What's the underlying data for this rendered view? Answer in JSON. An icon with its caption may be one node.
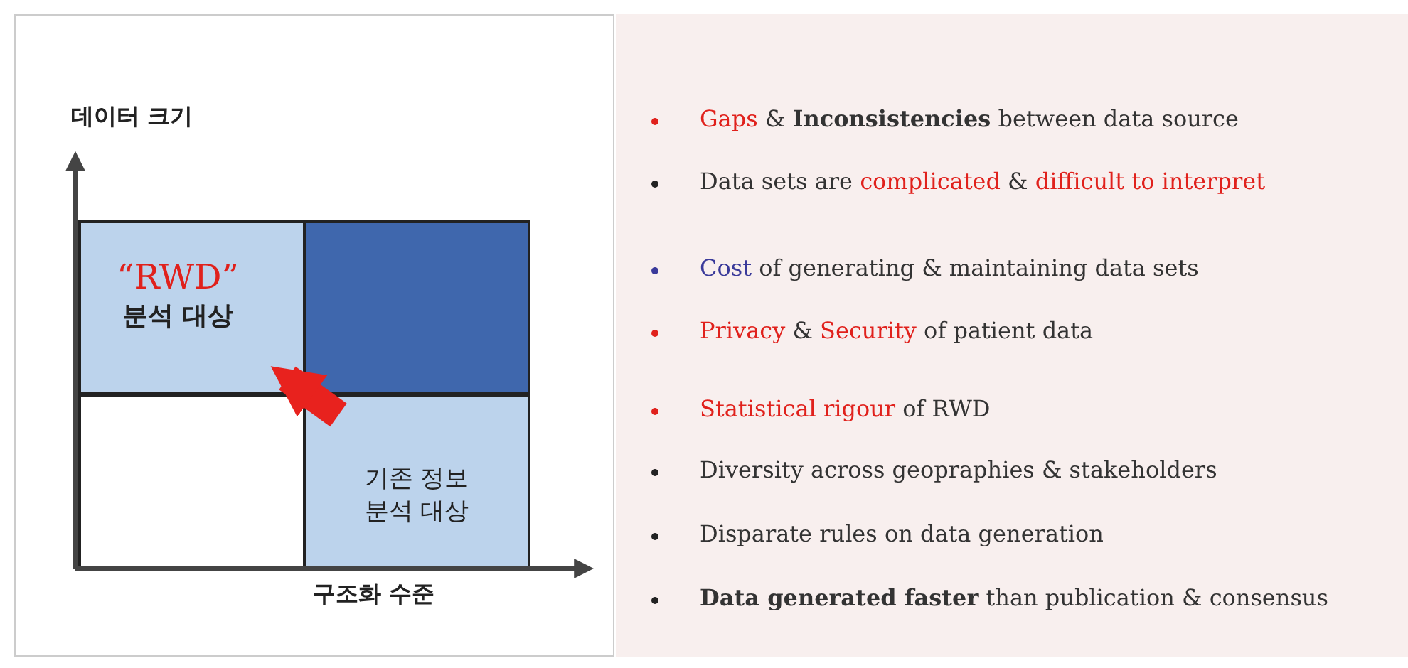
{
  "diagram": {
    "nodes": [
      {
        "text": [
          "“RWD”",
          "분석 대상"
        ]
      },
      {
        "text": [],
        "shape": "box"
      },
      {
        "text": [],
        "shape": "box"
      },
      {
        "text": [
          "기존 정보 분석 대상"
        ]
      }
    ],
    "edges": [
      {
        "from": 3,
        "to": 0,
        "arrow": "to",
        "color": "#e8221e"
      }
    ],
    "labels": [
      "데이터 크기",
      "구조화 수준",
      "*Gaps* & **Inconsistencies** between data source",
      "Data sets are *complicated* & *difficult to interpret*",
      "*Cost* of generating & maintaining data sets",
      "*Privacy* & *Security* of patient data",
      "*Statistical rigour* of RWD",
      "Diversity across geopraphies & stakeholders",
      "Disparate rules on data generation",
      "**Data generated faster** than publication & consensus"
    ]
  }
}
